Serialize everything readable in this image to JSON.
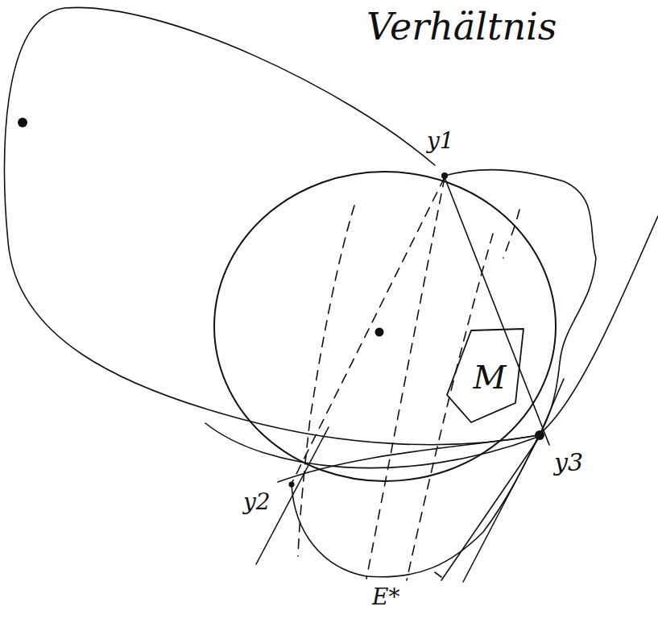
{
  "diagram": {
    "title": "Verhältnis",
    "nodes": [
      {
        "text": [
          "M"
        ]
      }
    ],
    "labels": [
      "y1",
      "y2",
      "y3",
      "E*"
    ]
  }
}
